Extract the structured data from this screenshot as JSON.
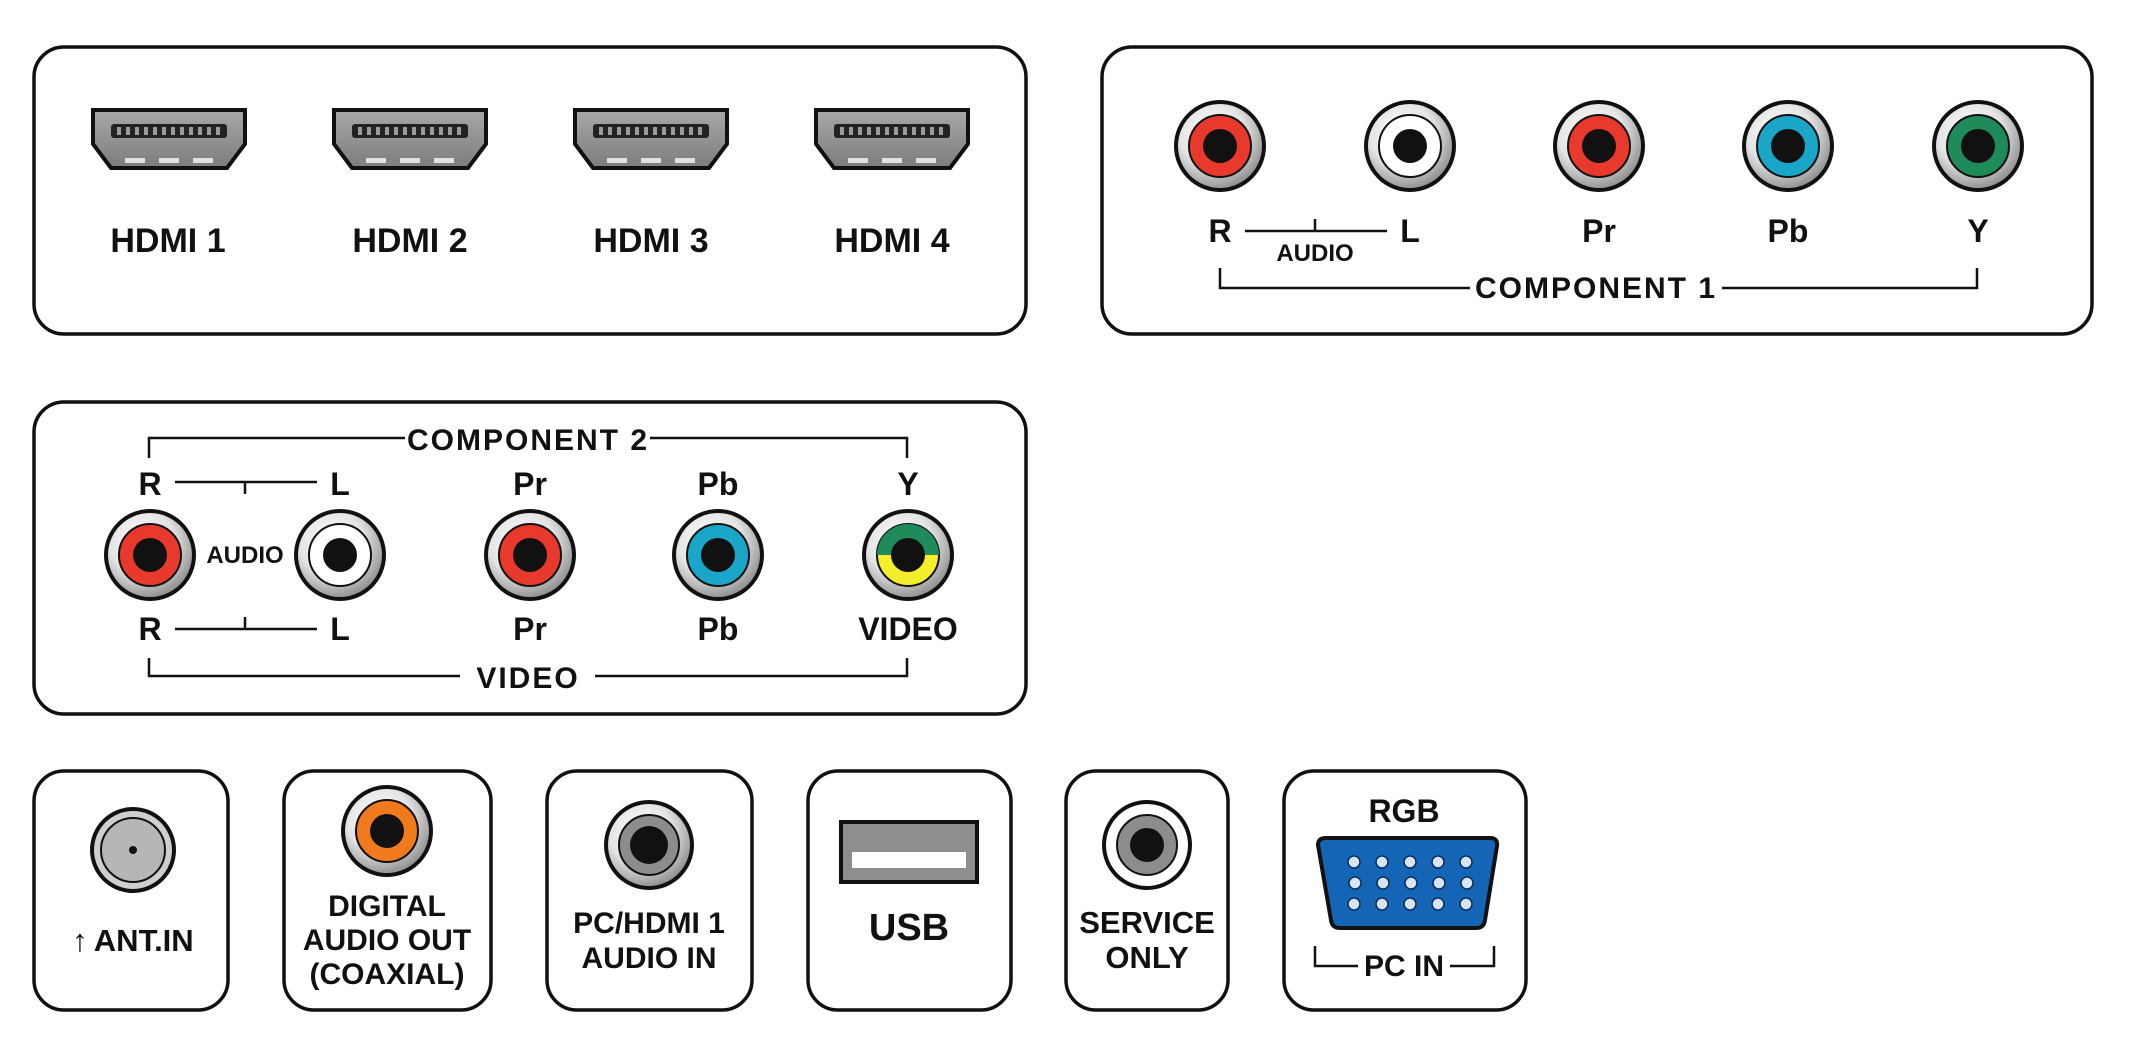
{
  "hdmi": [
    "HDMI 1",
    "HDMI 2",
    "HDMI 3",
    "HDMI 4"
  ],
  "component1": {
    "title": "COMPONENT 1",
    "audio": "AUDIO",
    "labels": [
      "R",
      "L",
      "Pr",
      "Pb",
      "Y"
    ]
  },
  "component2": {
    "title": "COMPONENT 2",
    "audio": "AUDIO",
    "top_labels": [
      "R",
      "L",
      "Pr",
      "Pb",
      "Y"
    ],
    "bottom_labels": [
      "R",
      "L",
      "Pr",
      "Pb",
      "VIDEO"
    ],
    "video": "VIDEO"
  },
  "ant": {
    "arrow": "↑",
    "label": "ANT.IN"
  },
  "digital": {
    "line1": "DIGITAL",
    "line2": "AUDIO OUT",
    "line3": "(COAXIAL)"
  },
  "pcaudio": {
    "line1": "PC/HDMI 1",
    "line2": "AUDIO IN"
  },
  "usb": {
    "label": "USB"
  },
  "service": {
    "line1": "SERVICE",
    "line2": "ONLY"
  },
  "pcin": {
    "top": "RGB",
    "bottom": "PC IN"
  },
  "colors": {
    "red": "#e8392c",
    "white": "#ffffff",
    "blue": "#1aa6c9",
    "green": "#1f8a5a",
    "yellow": "#f4ee2a",
    "orange": "#f07a1c",
    "gray": "#9a9a9a",
    "vga": "#1565b6"
  }
}
